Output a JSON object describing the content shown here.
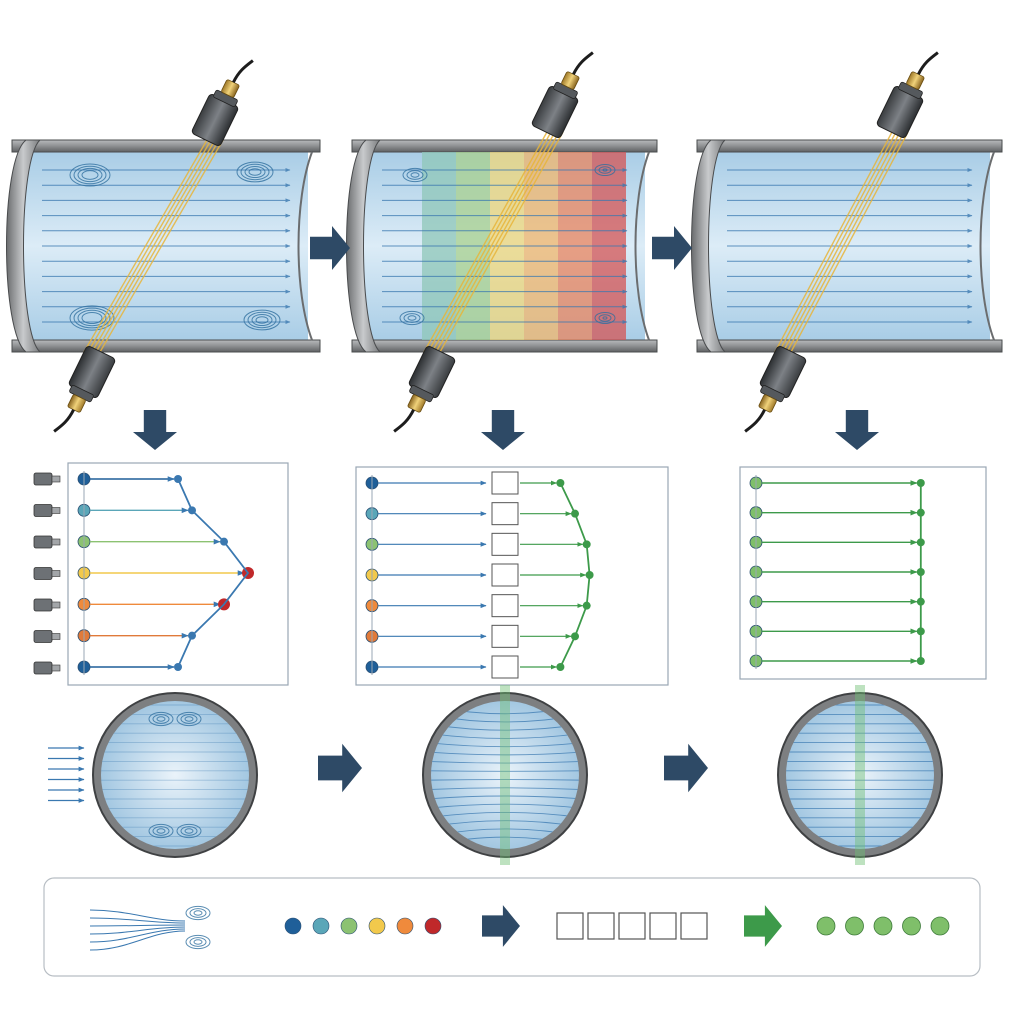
{
  "palette": {
    "sensor_colors": [
      "#1f5f99",
      "#5aa6b8",
      "#8cc272",
      "#f2c94c",
      "#ef8a3c",
      "#e07a3a",
      "#1f5f99"
    ],
    "legend_dots": [
      "#1f5f99",
      "#5aa6b8",
      "#8cc272",
      "#f2c94c",
      "#ef8a3c",
      "#c0282a"
    ],
    "peak_red": "#c0282a",
    "corrected_green": "#3d9a4a",
    "flow_blue": "#3a78b0",
    "arrow_navy": "#2e4a66",
    "pipe_gray": "#8e9092",
    "beam_yellow": "#e8b53a",
    "band_colors": [
      "#8fc7b8",
      "#a8d08d",
      "#f0d77a",
      "#f2b56b",
      "#e9845e",
      "#d45454"
    ]
  },
  "panels": {
    "pipe_1": "disturbed-flow-with-vortices",
    "pipe_2": "flow-profile-gradient",
    "pipe_3": "fully-developed-flow",
    "profile_1": "distorted-velocity-profile",
    "profile_2": "flow-conditioner-correction",
    "profile_3": "uniform-velocity-profile"
  },
  "chart_data": [
    {
      "type": "line",
      "series": [
        {
          "x": [
            0,
            1,
            2,
            3,
            4,
            5,
            6
          ],
          "values": [
            0.55,
            0.62,
            0.78,
            0.9,
            0.78,
            0.62,
            0.55
          ]
        }
      ]
    },
    {
      "type": "line",
      "series": [
        {
          "x": [
            0,
            1,
            2,
            3,
            4,
            5,
            6
          ],
          "values": [
            0.7,
            0.75,
            0.79,
            0.8,
            0.79,
            0.75,
            0.7
          ]
        }
      ]
    },
    {
      "type": "line",
      "series": [
        {
          "x": [
            0,
            1,
            2,
            3,
            4,
            5,
            6
          ],
          "values": [
            0.8,
            0.8,
            0.8,
            0.8,
            0.8,
            0.8,
            0.8
          ]
        }
      ]
    }
  ]
}
